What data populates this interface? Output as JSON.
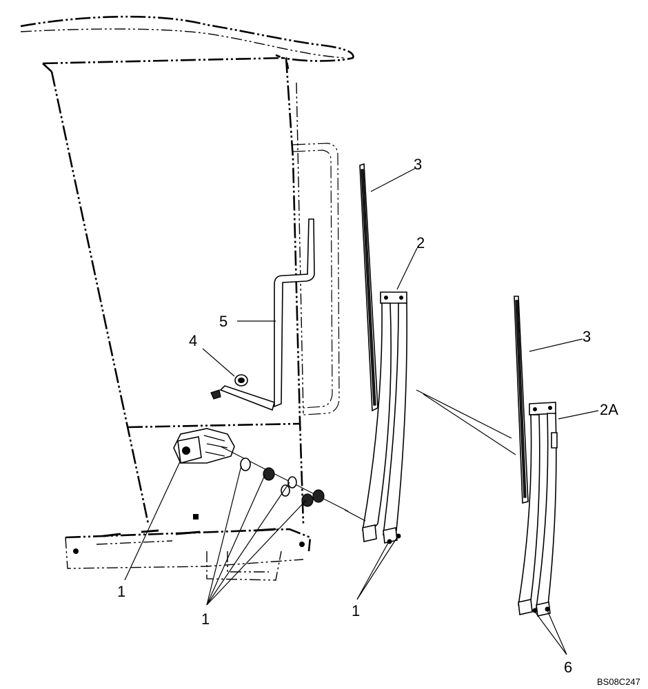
{
  "callouts": {
    "c1_motor": "1",
    "c1_hardware": "1",
    "c1_arm": "1",
    "c2": "2",
    "c2a": "2A",
    "c3_front": "3",
    "c3_rear": "3",
    "c4": "4",
    "c5": "5",
    "c6": "6"
  },
  "drawing_id": "BS08C247"
}
